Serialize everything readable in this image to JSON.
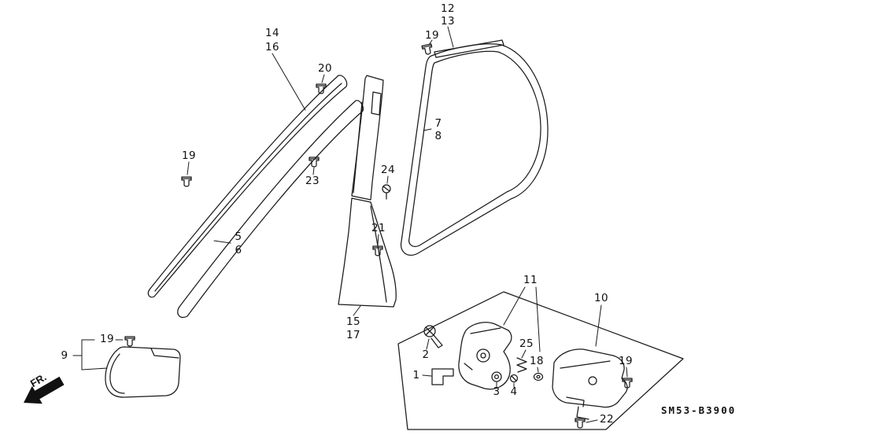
{
  "diagram_code": "SM53-B3900",
  "fr_label": "FR.",
  "callouts": {
    "c1": "1",
    "c2": "2",
    "c3": "3",
    "c4": "4",
    "c5": "5",
    "c6": "6",
    "c7": "7",
    "c8": "8",
    "c9": "9",
    "c10": "10",
    "c11": "11",
    "c12": "12",
    "c13": "13",
    "c14": "14",
    "c15": "15",
    "c16": "16",
    "c17": "17",
    "c18": "18",
    "c19_roof": "19",
    "c19_front": "19",
    "c19_kick": "19",
    "c19_box": "19",
    "c20": "20",
    "c21": "21",
    "c22": "22",
    "c23": "23",
    "c24": "24",
    "c25": "25"
  }
}
